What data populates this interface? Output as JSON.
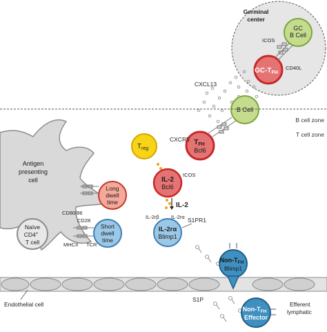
{
  "labels": {
    "germinal_center_line1": "Germinal",
    "germinal_center_line2": "center",
    "gc_bcell_line1": "GC",
    "gc_bcell_line2": "B Cell",
    "icos_top": "ICOS",
    "cd40l": "CD40L",
    "gc_tfh_main": "GC-T",
    "gc_tfh_sub": "FH",
    "cxcl13": "CXCL13",
    "bcell": "B Cell",
    "bcell_zone": "B cell zone",
    "tcell_zone": "T cell zone",
    "cxcr5": "CXCR5",
    "tfh_main": "T",
    "tfh_sub": "FH",
    "bcl6_tfh": "Bcl6",
    "treg_main": "T",
    "treg_sub": "reg",
    "il2_cell_line1": "IL-2",
    "il2_cell_line2": "Bcl6",
    "icos_mid": "ICOS",
    "il2_arrow": "IL-2",
    "il2rb": "IL-2rβ",
    "il2ra": "IL-2rα",
    "il2ra_cell_line1": "IL-2rα",
    "il2ra_cell_line2": "Blimp1",
    "s1pr1": "S1PR1",
    "apc_line1": "Antigen",
    "apc_line2": "presenting",
    "apc_line3": "cell",
    "long_line1": "Long",
    "long_line2": "dwell",
    "long_line3": "time",
    "cd80_86": "CD80/86",
    "cd28": "CD28",
    "short_line1": "Short",
    "short_line2": "dwell",
    "short_line3": "time",
    "naive_line1": "Naïve",
    "naive_line2": "CD4",
    "naive_sup": "+",
    "naive_line3": "T cell",
    "mhcii": "MHCII",
    "tcr": "TCR",
    "nontfh_main": "Non-T",
    "nontfh_sub": "FH",
    "nontfh_line2": "Blimp1",
    "endothelial": "Endothelial cell",
    "s1p": "S1P",
    "efferent_line1": "Efferent",
    "efferent_line2": "lymphatic",
    "eff_main": "Non-T",
    "eff_sub": "FH",
    "eff_line2": "Effector"
  },
  "colors": {
    "red_cell": "#c62828",
    "red_cell_fill": "#e57373",
    "salmon_fill": "#f4a99a",
    "salmon_stroke": "#c0392b",
    "green_fill": "#c5dc8e",
    "green_stroke": "#7ca43c",
    "blue_fill": "#9cc8e8",
    "blue_stroke": "#3b7fb4",
    "teal_fill": "#3f8fc0",
    "teal_stroke": "#1f5f88",
    "yellow_fill": "#f7d417",
    "yellow_stroke": "#d4a600",
    "gray_cell": "#d9d9d9",
    "gray_stroke": "#8c8c8c",
    "orange_dot": "#f0a020"
  }
}
